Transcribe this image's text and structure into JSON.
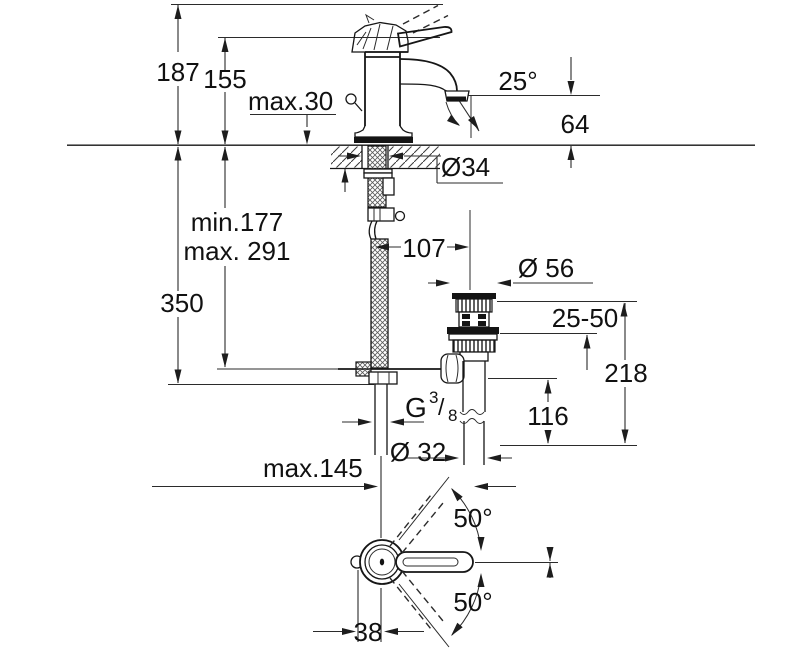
{
  "drawing": {
    "background": "#ffffff",
    "line_color": "#1c1c1c",
    "labels": {
      "d187": "187",
      "d155": "155",
      "max30": "max.30",
      "deg25": "25°",
      "d64": "64",
      "dia34": "Ø34",
      "min177": "min.177",
      "max291": "max. 291",
      "d350": "350",
      "d107": "107",
      "dia56": "Ø 56",
      "range2550": "25-50",
      "d218": "218",
      "d116": "116",
      "thread_g": "G",
      "thread_num": "3",
      "thread_slash": "/",
      "thread_den": "8",
      "dia32": "Ø 32",
      "max145": "max.145",
      "deg50_top": "50°",
      "deg50_bottom": "50°",
      "d38": "38"
    }
  }
}
